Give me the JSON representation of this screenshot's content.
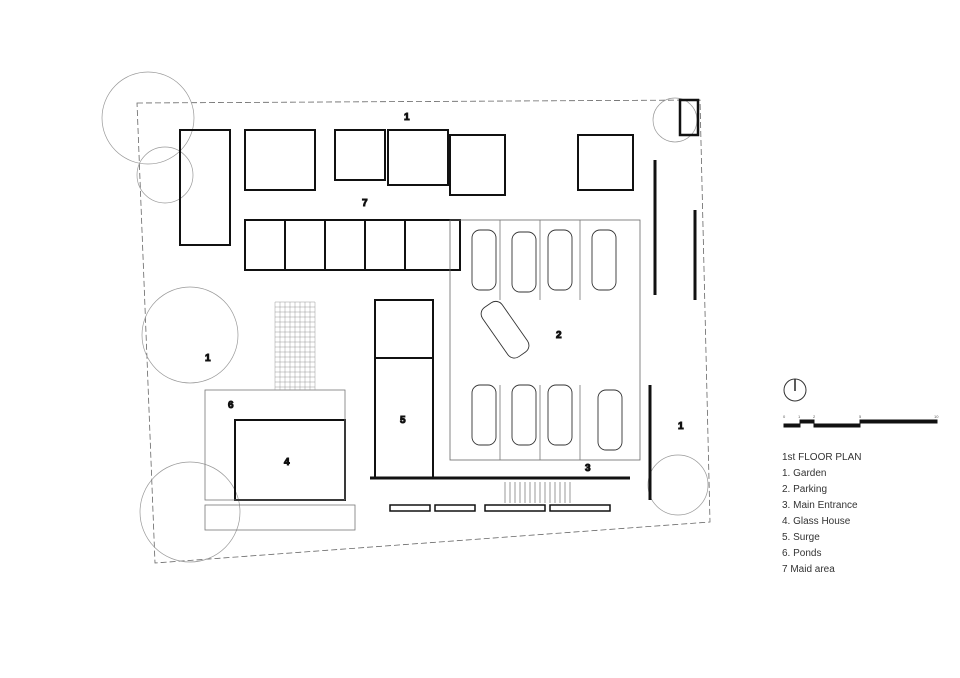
{
  "plan": {
    "labels": {
      "garden_top": "1",
      "maid": "7",
      "garden_left": "1",
      "parking": "2",
      "ponds": "6",
      "glass_house": "4",
      "surge": "5",
      "entrance": "3",
      "garden_right": "1"
    }
  },
  "legend": {
    "title": "1st FLOOR PLAN",
    "items": [
      "1. Garden",
      "2. Parking",
      "3. Main Entrance",
      "4. Glass House",
      "5. Surge",
      "6. Ponds",
      "7 Maid area"
    ]
  },
  "scale_bar": {
    "ticks": [
      "0",
      "1",
      "2",
      "5",
      "10"
    ]
  },
  "colors": {
    "line": "#111111",
    "light": "#888888",
    "background": "#ffffff"
  }
}
